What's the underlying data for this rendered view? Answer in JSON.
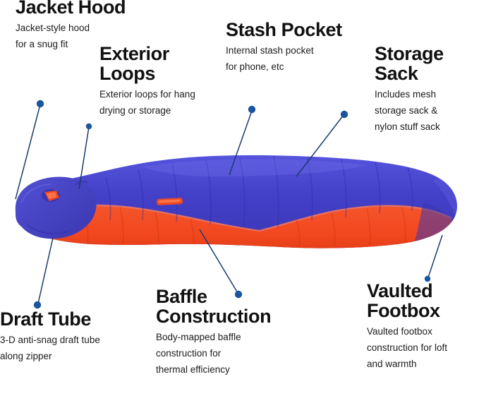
{
  "figure": {
    "subject": "sleeping-bag-feature-callout-diagram",
    "background_color": "#ffffff"
  },
  "colors": {
    "leader_line": "#1b3c6e",
    "leader_dot": "#1a56a0",
    "bag_shell_blue": "#4340c8",
    "bag_shell_blue_dark": "#332fa8",
    "bag_shell_blue_light": "#5a57d8",
    "bag_panel_orange": "#f2471f",
    "bag_panel_orange_dark": "#d8360f",
    "title_text": "#111111",
    "body_text": "#1b1b1b"
  },
  "callouts": [
    {
      "id": "jacket-hood",
      "title": "Jacket Hood",
      "body": "Jacket-style hood\nfor a snug fit"
    },
    {
      "id": "exterior-loops",
      "title": "Exterior\nLoops",
      "body": "Exterior loops for hang\ndrying or storage"
    },
    {
      "id": "stash-pocket",
      "title": "Stash Pocket",
      "body": "Internal stash pocket\nfor phone, etc"
    },
    {
      "id": "storage-sack",
      "title": "Storage\nSack",
      "body": "Includes mesh\nstorage sack &\nnylon stuff sack"
    },
    {
      "id": "draft-tube",
      "title": "Draft Tube",
      "body": "3-D anti-snag draft tube\nalong zipper"
    },
    {
      "id": "baffle-construction",
      "title": "Baffle\nConstruction",
      "body": "Body-mapped baffle\nconstruction for\nthermal efficiency"
    },
    {
      "id": "vaulted-footbox",
      "title": "Vaulted\nFootbox",
      "body": "Vaulted footbox\nconstruction for loft\nand warmth"
    }
  ]
}
